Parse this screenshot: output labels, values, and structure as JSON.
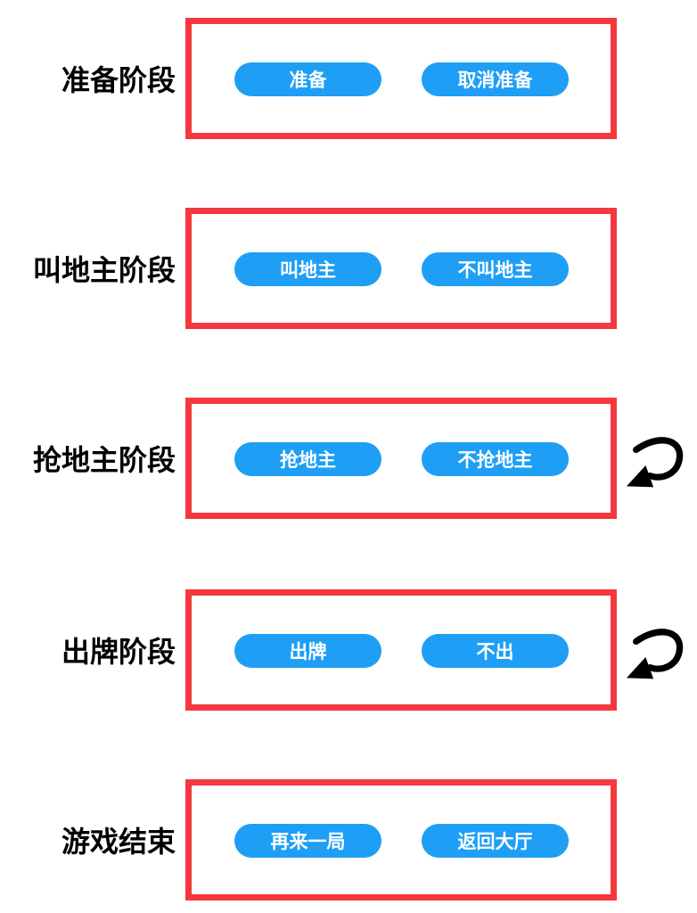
{
  "colors": {
    "button_bg": "#1E9FF5",
    "box_border": "#F5383D",
    "button_text": "#FFFFFF",
    "label_text": "#000000",
    "arrow": "#000000",
    "page_bg": "#FFFFFF"
  },
  "icons": {
    "loop_arrow": "loop-back-arrow"
  },
  "sections": [
    {
      "label": "准备阶段",
      "buttons": [
        "准备",
        "取消准备"
      ],
      "loop_arrow": false
    },
    {
      "label": "叫地主阶段",
      "buttons": [
        "叫地主",
        "不叫地主"
      ],
      "loop_arrow": false
    },
    {
      "label": "抢地主阶段",
      "buttons": [
        "抢地主",
        "不抢地主"
      ],
      "loop_arrow": true
    },
    {
      "label": "出牌阶段",
      "buttons": [
        "出牌",
        "不出"
      ],
      "loop_arrow": true
    },
    {
      "label": "游戏结束",
      "buttons": [
        "再来一局",
        "返回大厅"
      ],
      "loop_arrow": false
    }
  ]
}
